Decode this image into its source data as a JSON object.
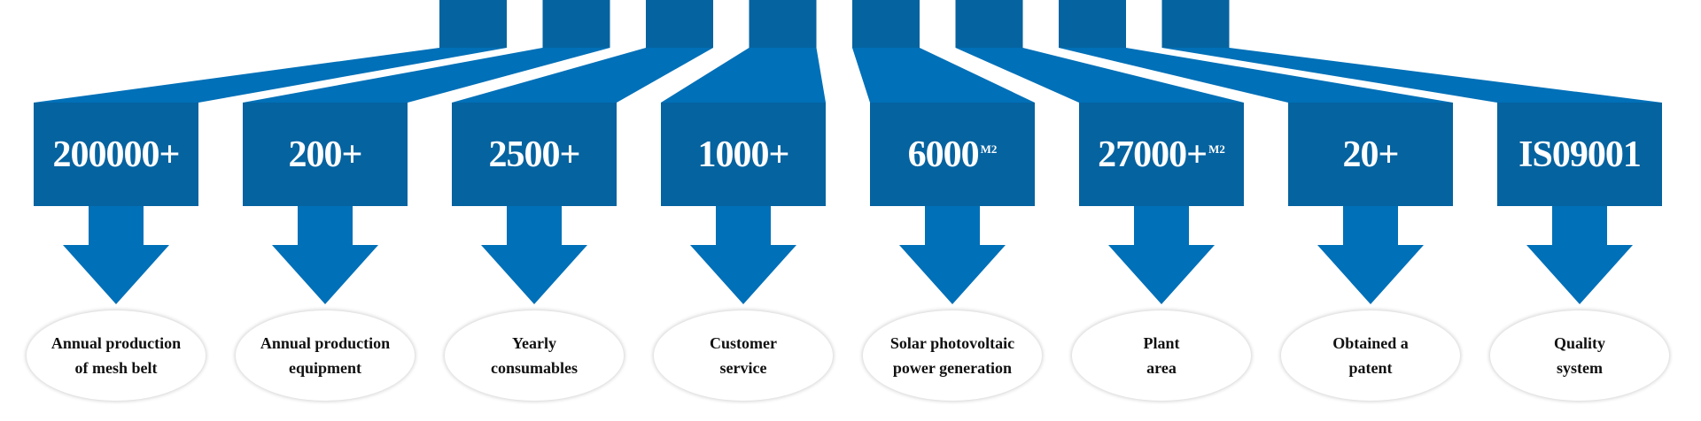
{
  "colors": {
    "box": "#0563a0",
    "connector": "#0070b8",
    "top_stub": "#0563a0"
  },
  "items": [
    {
      "value": "200000+",
      "sup": "",
      "label_line1": "Annual production",
      "label_line2": "of mesh belt"
    },
    {
      "value": "200+",
      "sup": "",
      "label_line1": "Annual production",
      "label_line2": "equipment"
    },
    {
      "value": "2500+",
      "sup": "",
      "label_line1": "Yearly",
      "label_line2": "consumables"
    },
    {
      "value": "1000+",
      "sup": "",
      "label_line1": "Customer",
      "label_line2": "service"
    },
    {
      "value": "6000",
      "sup": "M2",
      "label_line1": "Solar photovoltaic",
      "label_line2": "power generation"
    },
    {
      "value": "27000+",
      "sup": "M2",
      "label_line1": "Plant",
      "label_line2": "area"
    },
    {
      "value": "20+",
      "sup": "",
      "label_line1": "Obtained a",
      "label_line2": "patent"
    },
    {
      "value": "IS09001",
      "sup": "",
      "label_line1": "Quality",
      "label_line2": "system"
    }
  ]
}
